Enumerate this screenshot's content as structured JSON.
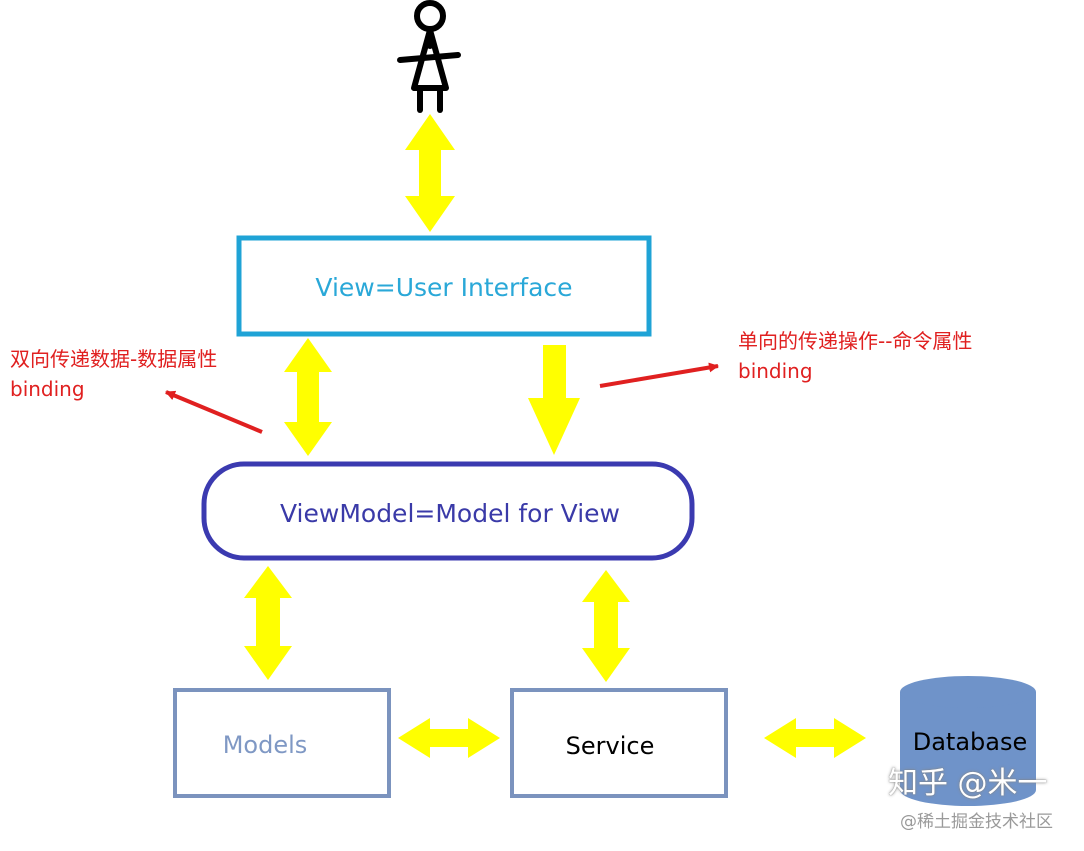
{
  "nodes": {
    "view": "View=User Interface",
    "viewmodel": "ViewModel=Model for View",
    "models": "Models",
    "service": "Service",
    "database": "Database"
  },
  "annotations": {
    "left_line1": "双向传递数据-数据属性",
    "left_line2": "binding",
    "right_line1": "单向的传递操作--命令属性",
    "right_line2": "binding"
  },
  "watermark": {
    "main": "知乎 @米一",
    "sub": "@稀土掘金技术社区"
  },
  "colors": {
    "view_border": "#1fa3d6",
    "view_text": "#2aa8d8",
    "viewmodel_border": "#3b3ab0",
    "viewmodel_text": "#3a3aa8",
    "box_border": "#7b93be",
    "models_text": "#7f98c4",
    "service_text": "#000000",
    "database_fill": "#6f93c9",
    "arrow_fill": "#ffff00",
    "annotation": "#e02020"
  },
  "icons": [
    "person-icon",
    "database-icon"
  ]
}
